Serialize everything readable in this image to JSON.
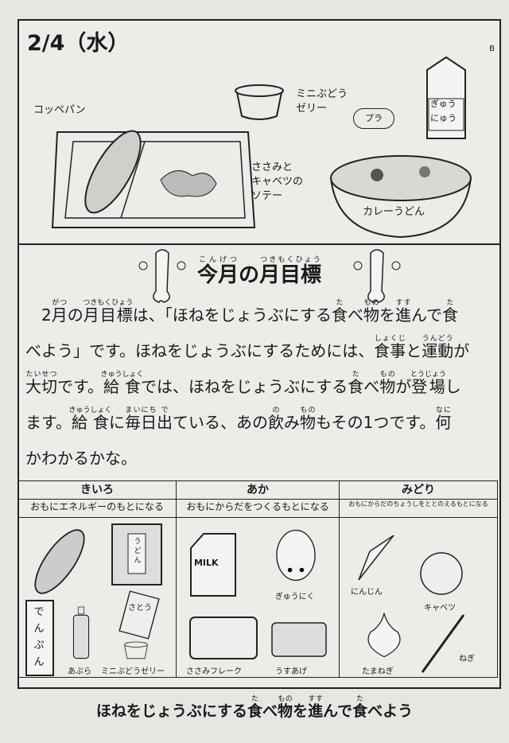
{
  "header": {
    "date": "2/4（水）",
    "corner_mark": "B"
  },
  "menu": {
    "bread": "コッペパン",
    "jelly": "ミニぶどう\nゼリー",
    "plastic_badge": "プラ",
    "milk": "ぎゅう\nにゅう",
    "saute": "ささみと\nキャベツの\nソテー",
    "udon": "カレーうどん"
  },
  "goal": {
    "title": [
      {
        "t": "今月",
        "r": "こんげつ"
      },
      {
        "t": "の"
      },
      {
        "t": "月目標",
        "r": "つきもくひょう"
      }
    ],
    "lines": [
      [
        {
          "t": "2"
        },
        {
          "t": "月",
          "r": "がつ"
        },
        {
          "t": "の"
        },
        {
          "t": "月目標",
          "r": "つきもくひょう"
        },
        {
          "t": "は、「ほねをじょうぶにする"
        },
        {
          "t": "食",
          "r": "た"
        },
        {
          "t": "べ"
        },
        {
          "t": "物",
          "r": "もの"
        },
        {
          "t": "を"
        },
        {
          "t": "進",
          "r": "すす"
        },
        {
          "t": "んで"
        },
        {
          "t": "食",
          "r": "た"
        }
      ],
      [
        {
          "t": "べよう」です。ほねをじょうぶにするためには、"
        },
        {
          "t": "食事",
          "r": "しょくじ"
        },
        {
          "t": "と"
        },
        {
          "t": "運動",
          "r": "うんどう"
        },
        {
          "t": "が"
        }
      ],
      [
        {
          "t": "大切",
          "r": "たいせつ"
        },
        {
          "t": "です。"
        },
        {
          "t": "給食",
          "r": "きゅうしょく"
        },
        {
          "t": "では、ほねをじょうぶにする"
        },
        {
          "t": "食",
          "r": "た"
        },
        {
          "t": "べ"
        },
        {
          "t": "物",
          "r": "もの"
        },
        {
          "t": "が"
        },
        {
          "t": "登場",
          "r": "とうじょう"
        },
        {
          "t": "し"
        }
      ],
      [
        {
          "t": "ます。"
        },
        {
          "t": "給食",
          "r": "きゅうしょく"
        },
        {
          "t": "に"
        },
        {
          "t": "毎日",
          "r": "まいにち"
        },
        {
          "t": "出",
          "r": "で"
        },
        {
          "t": "ている、あの"
        },
        {
          "t": "飲",
          "r": "の"
        },
        {
          "t": "み"
        },
        {
          "t": "物",
          "r": "もの"
        },
        {
          "t": "もその1つです。"
        },
        {
          "t": "何",
          "r": "なに"
        }
      ],
      [
        {
          "t": "かわかるかな。"
        }
      ]
    ]
  },
  "groups": [
    {
      "name": "きいろ",
      "desc": "おもにエネルギーのもとになる",
      "items": [
        "でんぷん",
        "あぶら",
        "ミニぶどうゼリー"
      ],
      "pkg_label": "うどん",
      "sugar_label": "さとう"
    },
    {
      "name": "あか",
      "desc": "おもにからだをつくるもとになる",
      "items": [
        "ぎゅうにく",
        "ささみフレーク",
        "うすあげ"
      ],
      "carton_label": "MILK"
    },
    {
      "name": "みどり",
      "desc": "おもにからだのちょうしをととのえるもとになる",
      "items": [
        "にんじん",
        "キャベツ",
        "たまねぎ",
        "ねぎ"
      ]
    }
  ],
  "footer": [
    {
      "t": "ほねをじょうぶにする"
    },
    {
      "t": "食",
      "r": "た"
    },
    {
      "t": "べ"
    },
    {
      "t": "物",
      "r": "もの"
    },
    {
      "t": "を"
    },
    {
      "t": "進",
      "r": "すす"
    },
    {
      "t": "んで"
    },
    {
      "t": "食",
      "r": "た"
    },
    {
      "t": "べよう"
    }
  ]
}
